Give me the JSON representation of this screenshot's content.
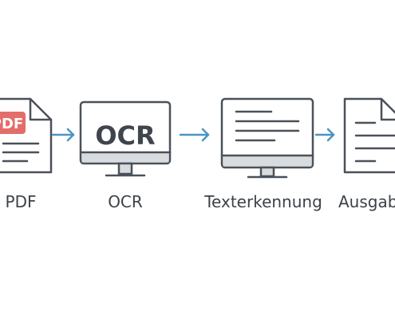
{
  "stages": [
    {
      "label": "PDF",
      "icon": "pdf-document-icon",
      "badge": "PDF"
    },
    {
      "label": "OCR",
      "icon": "ocr-monitor-icon",
      "screen_text": "OCR"
    },
    {
      "label": "Texterkennung",
      "icon": "text-monitor-icon"
    },
    {
      "label": "Ausgabe",
      "icon": "output-document-icon"
    }
  ],
  "colors": {
    "stroke": "#4a5159",
    "arrow": "#4a95c0",
    "badge": "#e46d6a",
    "screen_fill": "#f6f7f8",
    "bezel_fill": "#d9dcdf",
    "label": "#3c4248"
  }
}
